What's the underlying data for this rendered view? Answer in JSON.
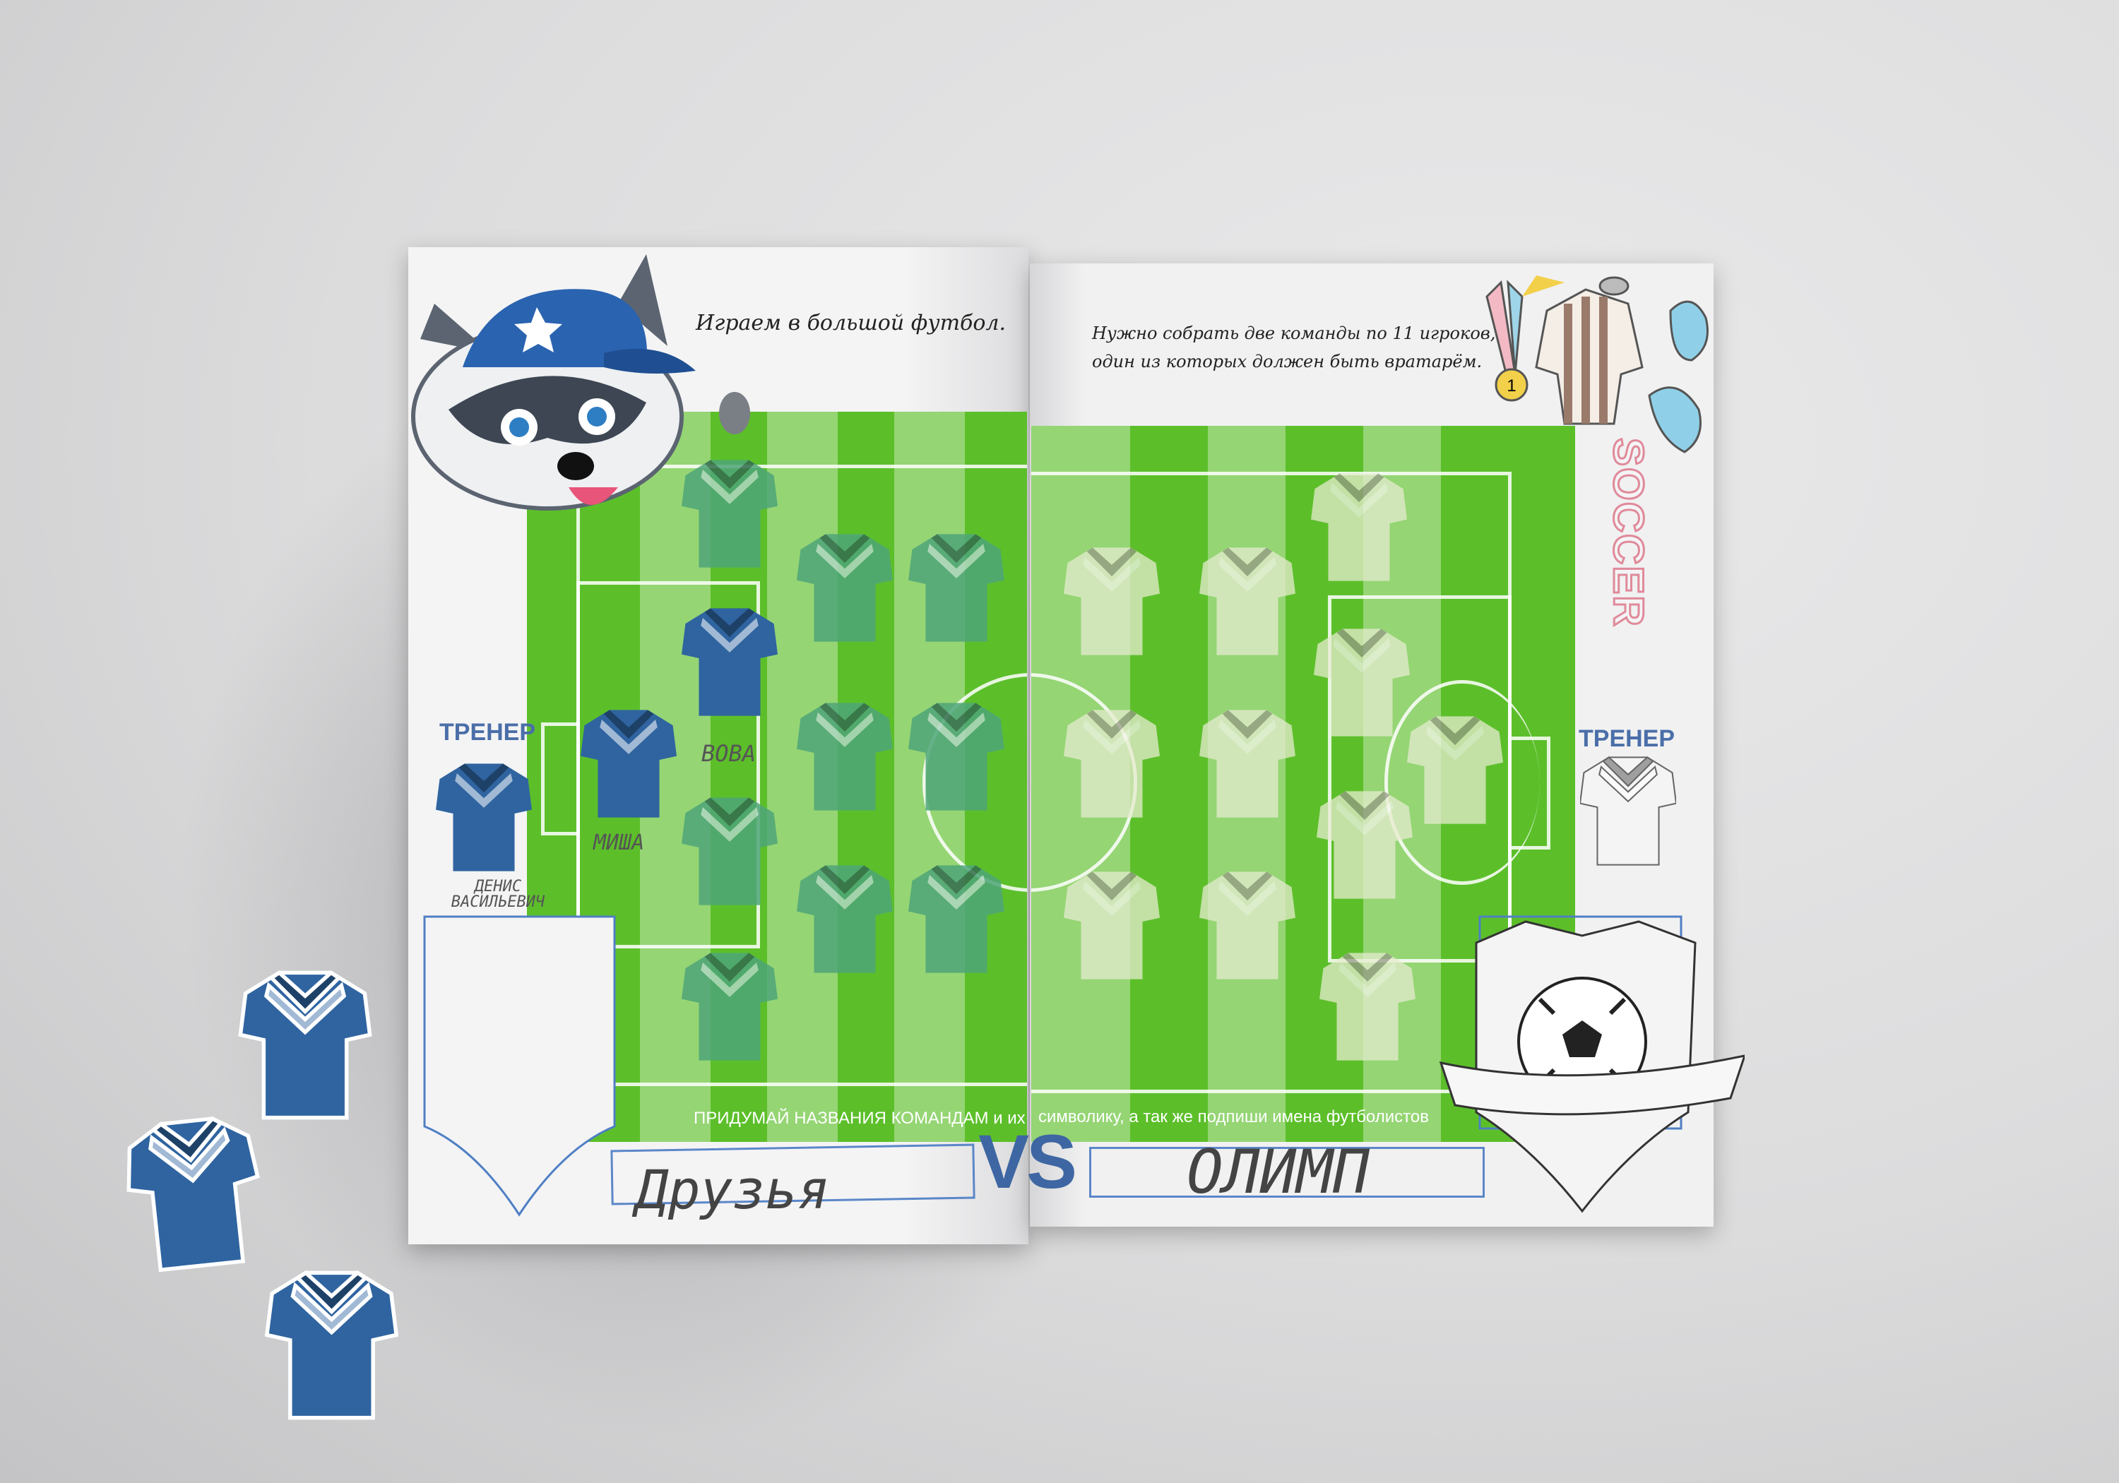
{
  "left_page": {
    "title": "Играем в большой футбол.",
    "trainer_label": "ТРЕНЕР",
    "trainer_name": "ДЕНИС ВАСИЛЬЕВИЧ",
    "player_names": [
      "ВОВА",
      "МИША"
    ],
    "banner": "ПРИДУМАЙ  НАЗВАНИЯ  КОМАНДАМ и их",
    "team_name": "Друзья"
  },
  "right_page": {
    "title_line1": "Нужно собрать две команды по 11 игроков,",
    "title_line2": "один из которых должен быть вратарём.",
    "trainer_label": "ТРЕНЕР",
    "banner": "символику, а так же подпиши  имена футболистов",
    "team_name": "ОЛИМП",
    "soccer_label": "SOCCER",
    "medal_number": "1"
  },
  "vs_label": "VS",
  "colors": {
    "field": "#5cbf2a",
    "team_blue": "#2f64a0",
    "accent_blue": "#4a6ea8"
  }
}
